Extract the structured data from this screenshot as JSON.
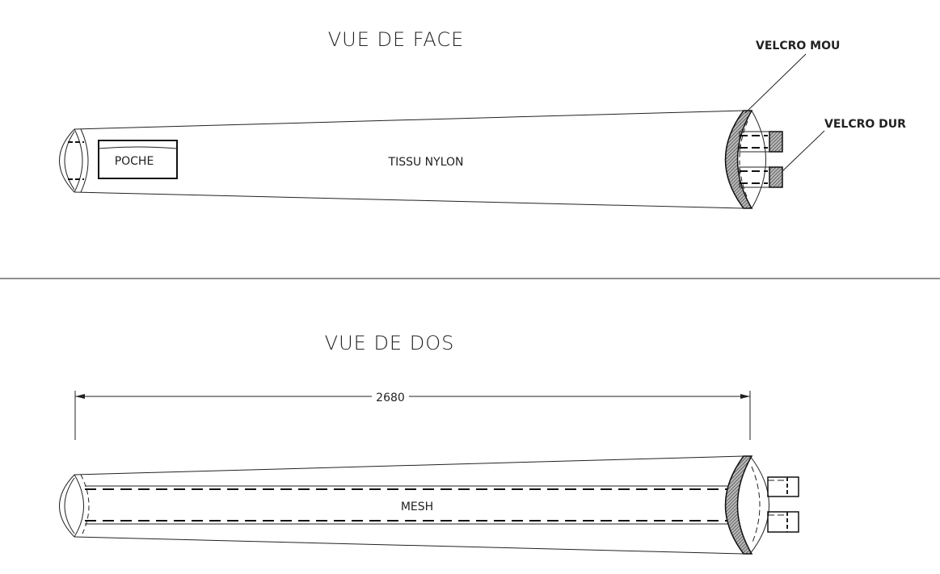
{
  "front_view": {
    "title": "VUE DE FACE",
    "body_label": "TISSU NYLON",
    "pocket_label": "POCHE",
    "callout_soft_velcro": "VELCRO MOU",
    "callout_hard_velcro": "VELCRO DUR"
  },
  "back_view": {
    "title": "VUE DE DOS",
    "dimension_label": "2680",
    "mesh_label": "MESH"
  }
}
